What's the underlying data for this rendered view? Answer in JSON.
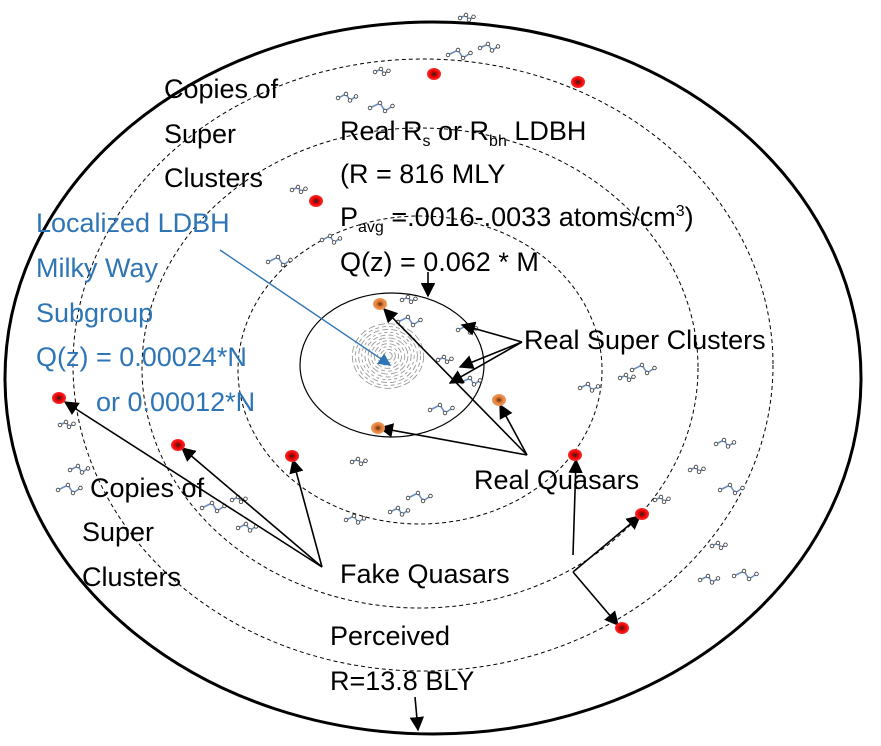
{
  "colors": {
    "background": "#ffffff",
    "outline": "#000000",
    "dashed_ring": "#000000",
    "local_label": "#2e75b6",
    "arrow_blue": "#2e75b6",
    "real_quasar": "#e07b39",
    "fake_quasar": "#e00000",
    "cluster_dot": "#6a8ec4",
    "core_swirl": "#9a9a9a"
  },
  "labels": {
    "copies_top": [
      "Copies of",
      "Super",
      "Clusters"
    ],
    "real_rs_line1": {
      "a": "Real R",
      "sub1": "s",
      "b": " or R",
      "sub2": "bh",
      "c": " LDBH"
    },
    "real_rs_line2": "(R = 816 MLY",
    "real_rs_line3": {
      "a": "P",
      "sub": "avg",
      "b": " =.0016-.0033 atoms/cm",
      "sup": "3",
      "c": ")"
    },
    "real_rs_line4": "Q(z) = 0.062 * M",
    "localized": [
      "Localized LDBH",
      "Milky Way",
      "Subgroup",
      "Q(z) = 0.00024*N",
      "or 0.00012*N"
    ],
    "real_super_clusters": "Real Super Clusters",
    "real_quasars": "Real Quasars",
    "copies_bottom": [
      "Copies  of",
      "Super",
      "Clusters"
    ],
    "fake_quasars": "Fake Quasars",
    "perceived": [
      "Perceived",
      "R=13.8 BLY"
    ]
  },
  "icons": {
    "real_quasar": "orange-dot-icon",
    "fake_quasar": "red-dot-icon",
    "super_cluster": "galaxy-cluster-icon",
    "milky_way_core": "spiral-core-icon"
  }
}
